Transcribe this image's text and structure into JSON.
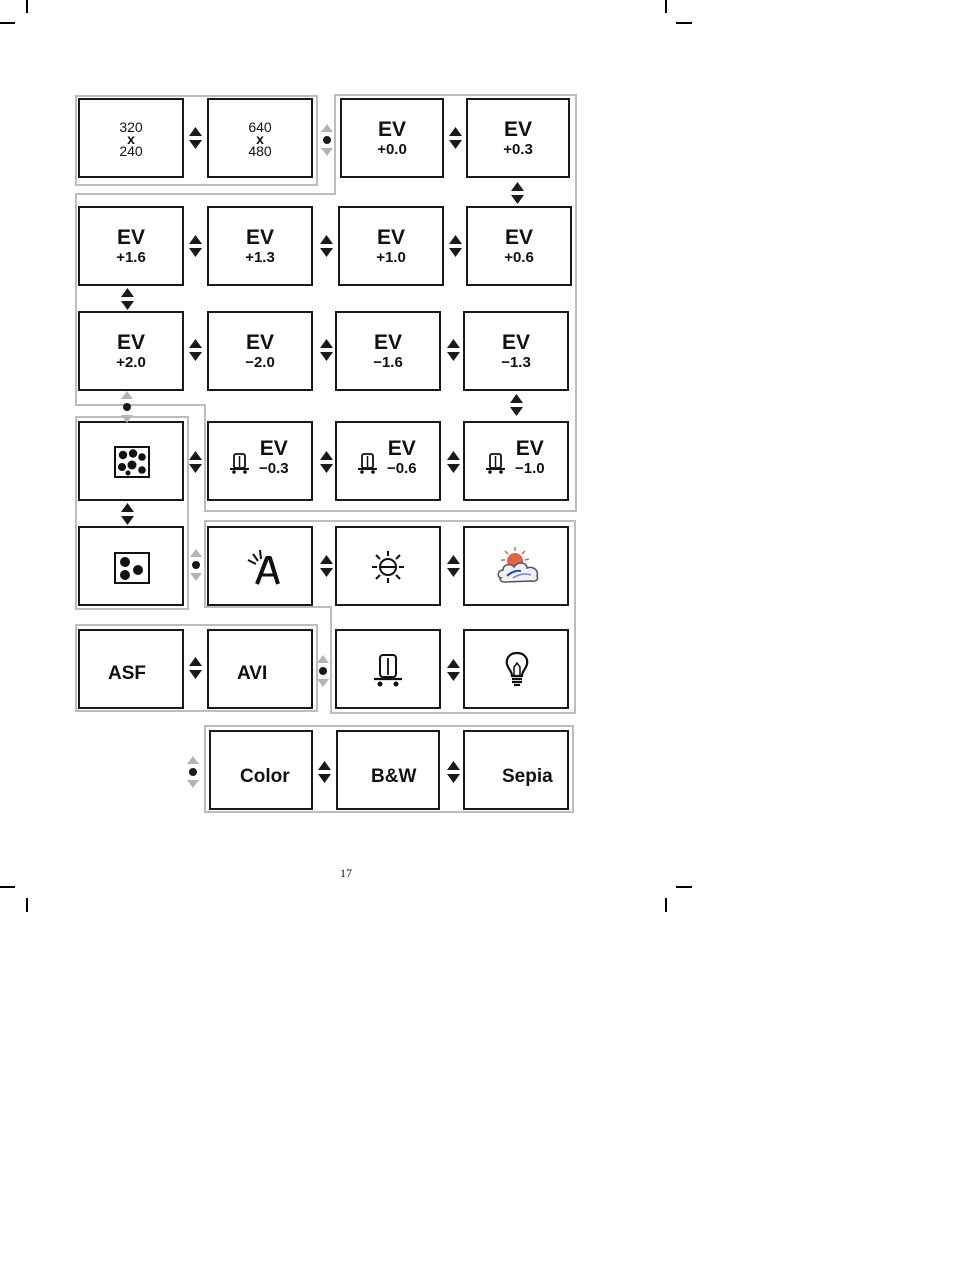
{
  "page": {
    "number": "17"
  },
  "resolution": {
    "options": [
      {
        "top": "320",
        "x": "x",
        "bottom": "240"
      },
      {
        "top": "640",
        "x": "x",
        "bottom": "480"
      }
    ]
  },
  "exposure": {
    "ev_label": "EV",
    "values": [
      "+0.0",
      "+0.3",
      "+0.6",
      "+1.0",
      "+1.3",
      "+1.6",
      "+2.0",
      "−2.0",
      "−1.6",
      "−1.3",
      "−1.0",
      "−0.6",
      "−0.3"
    ]
  },
  "quality": {
    "icons": [
      "fine-quality-icon",
      "normal-quality-icon"
    ]
  },
  "white_balance": {
    "icons": [
      "auto-wb-icon",
      "daylight-icon",
      "cloudy-icon",
      "fluorescent-icon",
      "tungsten-icon"
    ]
  },
  "video_format": {
    "options": [
      "ASF",
      "AVI"
    ]
  },
  "color_effect": {
    "options": [
      "Color",
      "B&W",
      "Sepia"
    ]
  },
  "colors": {
    "box_border": "#1a1a1a",
    "group_border": "#bdbdbd",
    "inactive_arrow": "#b5b5b5"
  }
}
